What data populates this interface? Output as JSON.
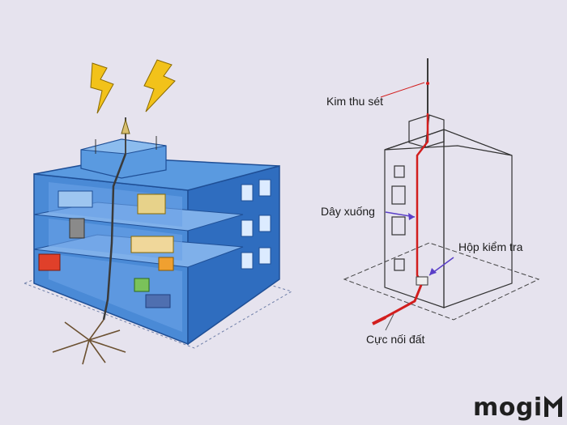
{
  "labels": {
    "air_terminal": "Kim thu sét",
    "down_conductor": "Dây xuống",
    "test_box": "Hộp kiểm tra",
    "ground_electrode": "Cực nối đất"
  },
  "brand": {
    "text": "mogi"
  },
  "colors": {
    "background": "#e6e3ee",
    "building_blue": "#3d7fd0",
    "conductor_red": "#d21e1e",
    "lightning_yellow": "#f2c21a",
    "pointer_purple": "#5a3fc8"
  },
  "icons": [
    "lightning-bolt-icon",
    "brand-logo-icon"
  ]
}
